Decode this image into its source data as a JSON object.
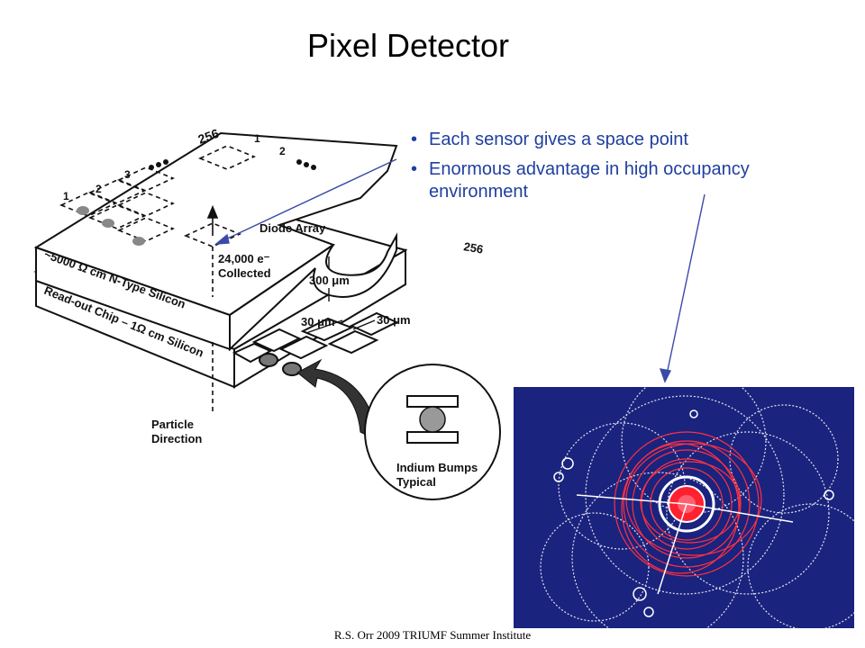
{
  "slide": {
    "title": "Pixel Detector",
    "bullets": [
      "Each sensor gives a space point",
      "Enormous advantage in high occupancy environment"
    ],
    "footer": "R.S. Orr 2009 TRIUMF Summer Institute"
  },
  "diagram": {
    "index_256_top": "256",
    "index_1_top": "1",
    "index_2_top": "2",
    "index_1_left": "1",
    "index_2_left": "2",
    "index_3_left": "3",
    "index_256_right": "256",
    "diode_array": "Diode Array",
    "electrons_line1": "24,000 e⁻",
    "electrons_line2": "Collected",
    "thickness": "300 μm",
    "pitch_a": "30 μm",
    "pitch_b": "30 μm",
    "sensor_layer": "~5000 Ω cm N-Type Silicon",
    "readout_layer": "Read-out Chip – 1Ω cm Silicon",
    "particle_line1": "Particle",
    "particle_line2": "Direction",
    "bump_line1": "Indium Bumps",
    "bump_line2": "Typical"
  },
  "colors": {
    "bullet_text": "#1f3f9f",
    "event_bg": "#1a237e",
    "tracks_core": "#ff3040"
  }
}
